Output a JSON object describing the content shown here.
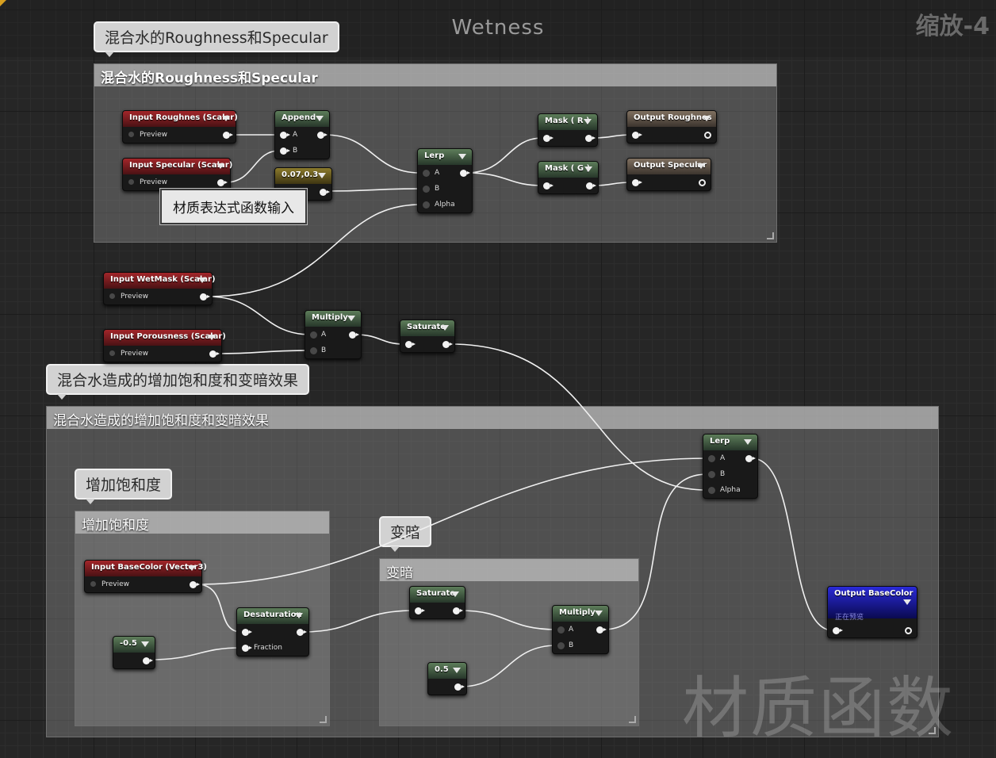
{
  "graph": {
    "title": "Wetness",
    "zoom": "缩放-4",
    "watermark": "材质函数"
  },
  "comments": {
    "roughness": {
      "title": "混合水的Roughness和Specular",
      "bubble": "混合水的Roughness和Specular"
    },
    "saturation": {
      "title": "混合水造成的增加饱和度和变暗效果",
      "bubble": "混合水造成的增加饱和度和变暗效果"
    },
    "add_saturation": {
      "title": "增加饱和度",
      "bubble": "增加饱和度"
    },
    "darken": {
      "title": "变暗",
      "bubble": "变暗"
    }
  },
  "tooltip": "材质表达式函数输入",
  "nodes": {
    "input_roughness": {
      "title": "Input Roughnes (Scalar)",
      "preview": "Preview"
    },
    "input_specular": {
      "title": "Input Specular (Scalar)",
      "preview": "Preview"
    },
    "append": {
      "title": "Append",
      "a": "A",
      "b": "B"
    },
    "const_0703": {
      "title": "0.07,0.3"
    },
    "lerp_top": {
      "title": "Lerp",
      "a": "A",
      "b": "B",
      "alpha": "Alpha"
    },
    "mask_r": {
      "title": "Mask ( R )"
    },
    "mask_g": {
      "title": "Mask ( G )"
    },
    "output_roughness": {
      "title": "Output Roughnes"
    },
    "output_specular": {
      "title": "Output Specular"
    },
    "input_wetmask": {
      "title": "Input WetMask (Scalar)",
      "preview": "Preview"
    },
    "input_porousness": {
      "title": "Input Porousness (Scalar)",
      "preview": "Preview"
    },
    "multiply_mid": {
      "title": "Multiply",
      "a": "A",
      "b": "B"
    },
    "saturate_mid": {
      "title": "Saturate"
    },
    "lerp_bottom": {
      "title": "Lerp",
      "a": "A",
      "b": "B",
      "alpha": "Alpha"
    },
    "input_basecolor": {
      "title": "Input BaseColor (Vector3)",
      "preview": "Preview"
    },
    "const_neg05": {
      "title": "-0.5"
    },
    "desaturation": {
      "title": "Desaturation",
      "fraction": "Fraction"
    },
    "saturate_bottom": {
      "title": "Saturate"
    },
    "multiply_bottom": {
      "title": "Multiply",
      "a": "A",
      "b": "B"
    },
    "const_05": {
      "title": "0.5"
    },
    "output_basecolor": {
      "title": "Output BaseColor",
      "subtitle": "正在预览"
    }
  },
  "colors": {
    "input_header": "#a3262a",
    "math_header": "#5d7d5a",
    "constant_header": "#8b7a2c",
    "output_header": "#807060",
    "result_header": "#2a2ad8",
    "wire": "#f0f0f0"
  }
}
